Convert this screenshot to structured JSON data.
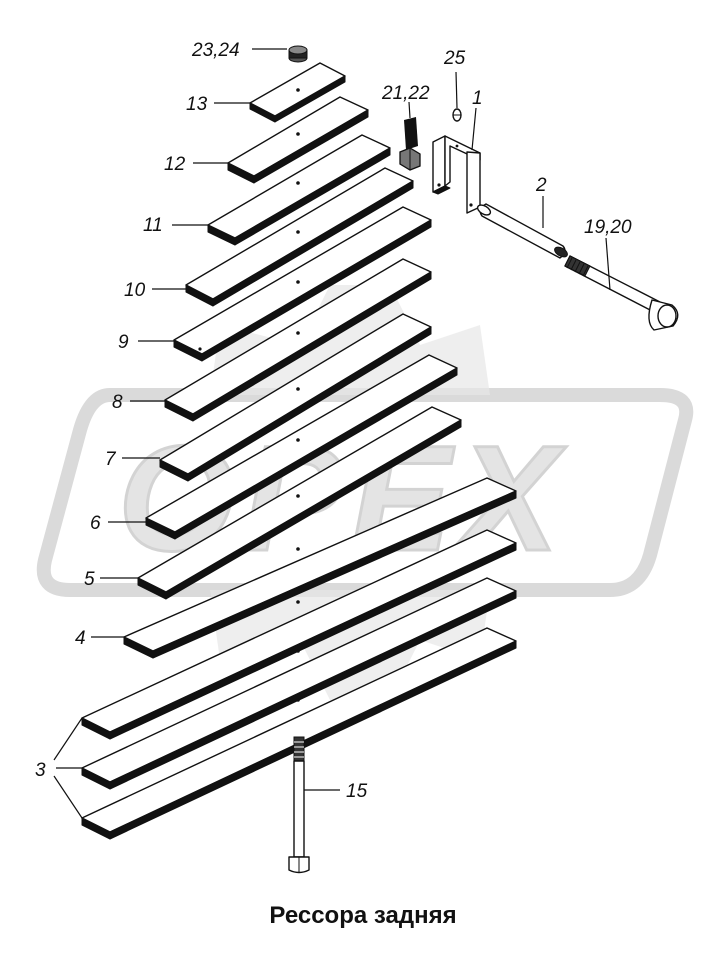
{
  "caption": "Рессора задняя",
  "watermark_text": "OPEX",
  "labels": {
    "l_23_24": "23,24",
    "l_13": "13",
    "l_12": "12",
    "l_11": "11",
    "l_10": "10",
    "l_9": "9",
    "l_8": "8",
    "l_7": "7",
    "l_6": "6",
    "l_5": "5",
    "l_4": "4",
    "l_3": "3",
    "l_15": "15",
    "l_21_22": "21,22",
    "l_25": "25",
    "l_1": "1",
    "l_2": "2",
    "l_19_20": "19,20"
  }
}
